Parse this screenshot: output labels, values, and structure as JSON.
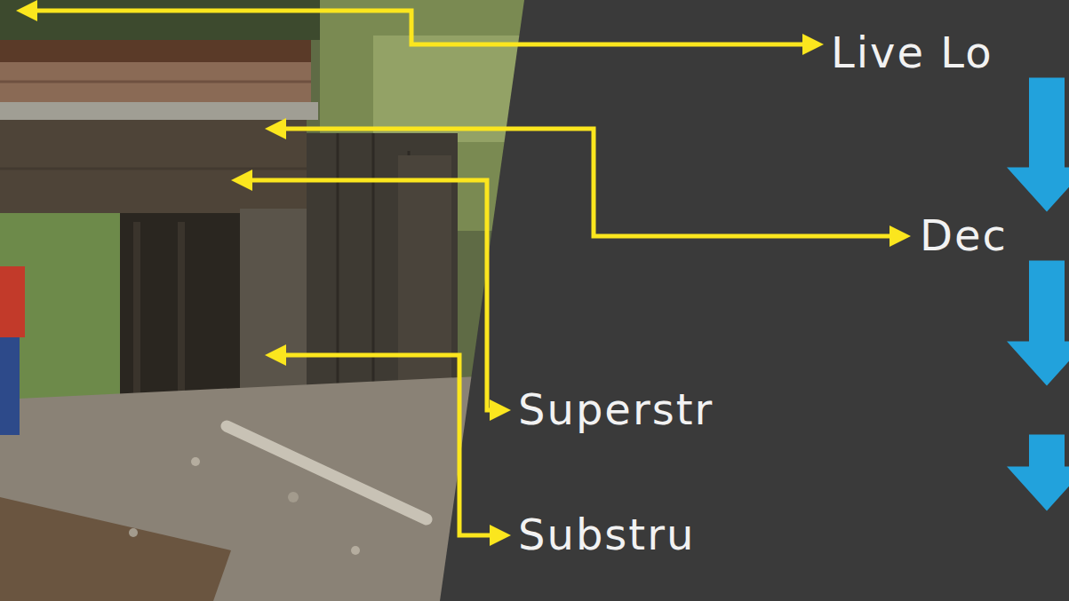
{
  "diagram": {
    "nodes": [
      {
        "text": [
          "Live Lo"
        ]
      },
      {
        "text": [
          "Dec"
        ]
      },
      {
        "text": [
          "Superstr"
        ]
      },
      {
        "text": [
          "Substru"
        ]
      }
    ],
    "edges": [
      {
        "from": 0,
        "to": 1,
        "arrow": "to"
      },
      {
        "from": 1,
        "to": 2,
        "arrow": "to"
      },
      {
        "from": 2,
        "to": 3,
        "arrow": "to"
      }
    ]
  }
}
